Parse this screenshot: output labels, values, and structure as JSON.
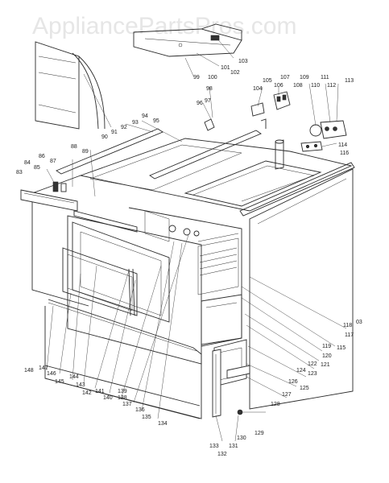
{
  "watermark": "AppliancePartsPros.com",
  "labels": [
    {
      "id": "103",
      "text": "103"
    },
    {
      "id": "101",
      "text": "101"
    },
    {
      "id": "102",
      "text": "102"
    },
    {
      "id": "99",
      "text": "99"
    },
    {
      "id": "100",
      "text": "100"
    },
    {
      "id": "98",
      "text": "98"
    },
    {
      "id": "105",
      "text": "105"
    },
    {
      "id": "104",
      "text": "104"
    },
    {
      "id": "107",
      "text": "107"
    },
    {
      "id": "106",
      "text": "106"
    },
    {
      "id": "108",
      "text": "108"
    },
    {
      "id": "109",
      "text": "109"
    },
    {
      "id": "110",
      "text": "110"
    },
    {
      "id": "111",
      "text": "111"
    },
    {
      "id": "112",
      "text": "112"
    },
    {
      "id": "113",
      "text": "113"
    },
    {
      "id": "96",
      "text": "96"
    },
    {
      "id": "97",
      "text": "97"
    },
    {
      "id": "90",
      "text": "90"
    },
    {
      "id": "91",
      "text": "91"
    },
    {
      "id": "92",
      "text": "92"
    },
    {
      "id": "93",
      "text": "93"
    },
    {
      "id": "94",
      "text": "94"
    },
    {
      "id": "95",
      "text": "95"
    },
    {
      "id": "114",
      "text": "114"
    },
    {
      "id": "116",
      "text": "116"
    },
    {
      "id": "88",
      "text": "88"
    },
    {
      "id": "89",
      "text": "89"
    },
    {
      "id": "86",
      "text": "86"
    },
    {
      "id": "87",
      "text": "87"
    },
    {
      "id": "84",
      "text": "84"
    },
    {
      "id": "85",
      "text": "85"
    },
    {
      "id": "83",
      "text": "83"
    },
    {
      "id": "118",
      "text": "118"
    },
    {
      "id": "03",
      "text": "03"
    },
    {
      "id": "117",
      "text": "117"
    },
    {
      "id": "119",
      "text": "119"
    },
    {
      "id": "115",
      "text": "115"
    },
    {
      "id": "120",
      "text": "120"
    },
    {
      "id": "122",
      "text": "122"
    },
    {
      "id": "121",
      "text": "121"
    },
    {
      "id": "124",
      "text": "124"
    },
    {
      "id": "123",
      "text": "123"
    },
    {
      "id": "126",
      "text": "126"
    },
    {
      "id": "125",
      "text": "125"
    },
    {
      "id": "127",
      "text": "127"
    },
    {
      "id": "128",
      "text": "128"
    },
    {
      "id": "129",
      "text": "129"
    },
    {
      "id": "130",
      "text": "130"
    },
    {
      "id": "133",
      "text": "133"
    },
    {
      "id": "131",
      "text": "131"
    },
    {
      "id": "132",
      "text": "132"
    },
    {
      "id": "134",
      "text": "134"
    },
    {
      "id": "135",
      "text": "135"
    },
    {
      "id": "136",
      "text": "136"
    },
    {
      "id": "137",
      "text": "137"
    },
    {
      "id": "138",
      "text": "138"
    },
    {
      "id": "139",
      "text": "139"
    },
    {
      "id": "140",
      "text": "140"
    },
    {
      "id": "141",
      "text": "141"
    },
    {
      "id": "142",
      "text": "142"
    },
    {
      "id": "143",
      "text": "143"
    },
    {
      "id": "144",
      "text": "144"
    },
    {
      "id": "145",
      "text": "145"
    },
    {
      "id": "146",
      "text": "146"
    },
    {
      "id": "147",
      "text": "147"
    },
    {
      "id": "148",
      "text": "148"
    }
  ]
}
